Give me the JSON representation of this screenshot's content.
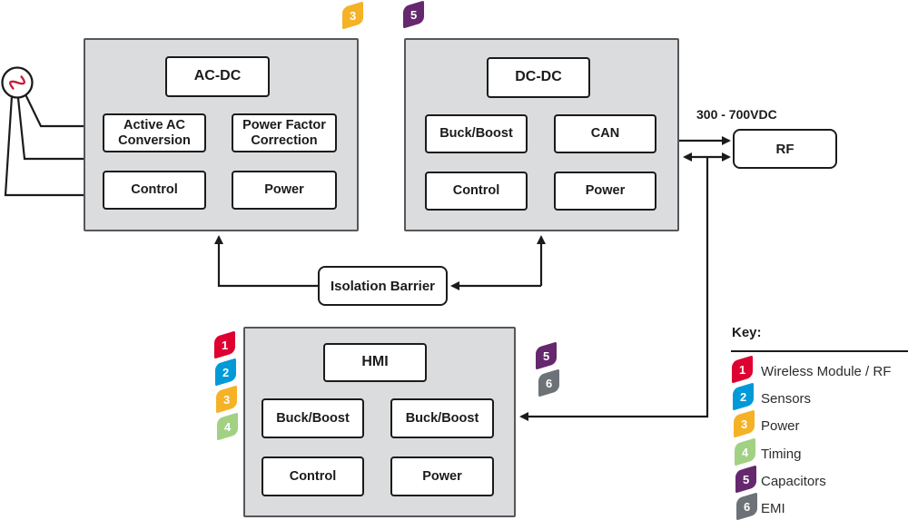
{
  "line_color": "#1b1b1b",
  "block_fill": "#dbdcdd",
  "block_border": "#55575a",
  "blocks": {
    "acdc": {
      "title": "AC-DC",
      "cells": [
        "Active AC Conversion",
        "Power Factor Correction",
        "Control",
        "Power"
      ],
      "badge": {
        "num": "3",
        "color": "#F5B226"
      }
    },
    "dcdc": {
      "title": "DC-DC",
      "cells": [
        "Buck/Boost",
        "CAN",
        "Control",
        "Power"
      ],
      "badge": {
        "num": "5",
        "color": "#65276D"
      }
    },
    "hmi": {
      "title": "HMI",
      "cells": [
        "Buck/Boost",
        "Buck/Boost",
        "Control",
        "Power"
      ],
      "badges_left": [
        {
          "num": "1",
          "color": "#DD0031"
        },
        {
          "num": "2",
          "color": "#009AD8"
        },
        {
          "num": "3",
          "color": "#F5B226"
        },
        {
          "num": "4",
          "color": "#A2D184"
        }
      ],
      "badges_right": [
        {
          "num": "5",
          "color": "#65276D"
        },
        {
          "num": "6",
          "color": "#6D7278"
        }
      ]
    }
  },
  "nodes": {
    "isolation_barrier": "Isolation Barrier",
    "rf": "RF"
  },
  "labels": {
    "dc_link_voltage": "300 - 700VDC"
  },
  "key": {
    "title": "Key:",
    "items": [
      {
        "num": "1",
        "color": "#DD0031",
        "label": "Wireless Module / RF"
      },
      {
        "num": "2",
        "color": "#009AD8",
        "label": "Sensors"
      },
      {
        "num": "3",
        "color": "#F5B226",
        "label": "Power"
      },
      {
        "num": "4",
        "color": "#A2D184",
        "label": "Timing"
      },
      {
        "num": "5",
        "color": "#65276D",
        "label": "Capacitors"
      },
      {
        "num": "6",
        "color": "#6D7278",
        "label": "EMI"
      }
    ]
  }
}
